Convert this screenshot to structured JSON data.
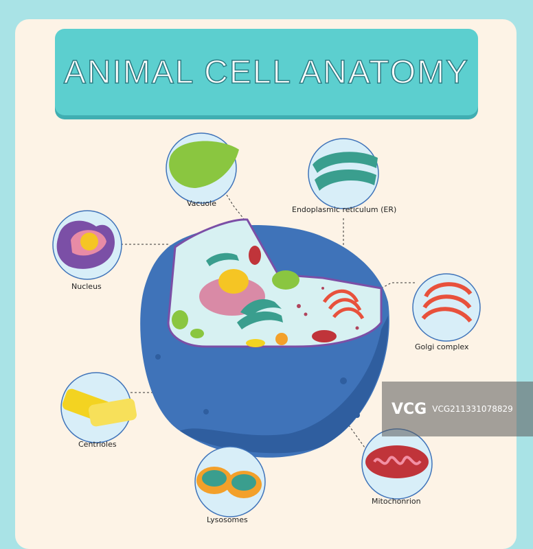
{
  "title": "ANIMAL CELL ANATOMY",
  "labels": {
    "vacuole": "Vacuole",
    "er": "Endoplasmic reticulum (ER)",
    "nucleus": "Nucleus",
    "golgi": "Golgi complex",
    "centrioles": "Centrioles",
    "mitochondrion": "Mitochonrion",
    "lysosomes": "Lysosomes"
  },
  "watermark": {
    "logo": "VCG",
    "id": "VCG211331078829"
  },
  "colors": {
    "background": "#a9e3e6",
    "panel": "#fdf3e6",
    "title_box": "#5ccfcf",
    "cell_outer": "#3f73b9",
    "cytoplasm": "#d7f1f2",
    "nucleus_pink": "#d98aa6",
    "golgi_red": "#e8513c",
    "er_teal": "#3a9e8e",
    "vacuole_green": "#8ac640"
  }
}
